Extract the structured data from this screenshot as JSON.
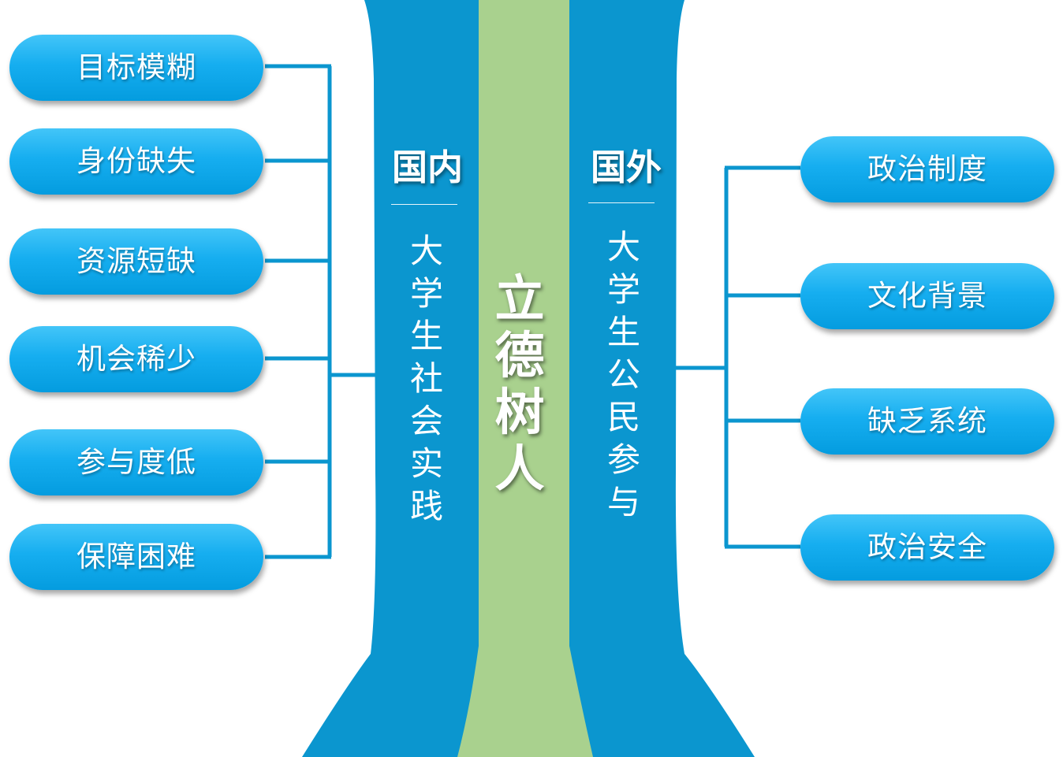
{
  "left_items": [
    "目标模糊",
    "身份缺失",
    "资源短缺",
    "机会稀少",
    "参与度低",
    "保障困难"
  ],
  "right_items": [
    "政治制度",
    "文化背景",
    "缺乏系统",
    "政治安全"
  ],
  "domestic": {
    "title": "国内",
    "subtitle": "大学生社会实践"
  },
  "foreign": {
    "title": "国外",
    "subtitle": "大学生公民参与"
  },
  "center": {
    "title": "立德树人"
  },
  "colors": {
    "column_blue": "#0b96cf",
    "center_green": "#a9d18e",
    "pill_top": "#43c5f8",
    "pill_bottom": "#049cdf",
    "connector": "#0b96cf"
  }
}
